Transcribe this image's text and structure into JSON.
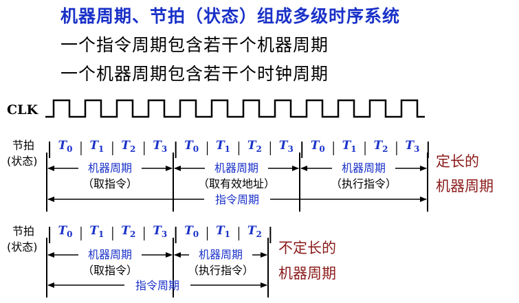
{
  "title": "机器周期、节拍（状态）组成多级时序系统",
  "statements": [
    "一个指令周期包含若干个机器周期",
    "一个机器周期包含若干个时钟周期"
  ],
  "clk_label": "CLK",
  "side_label": {
    "line1": "节拍",
    "line2": "(状态)"
  },
  "fixed": {
    "note_line1": "定长的",
    "note_line2": "机器周期",
    "tstates": [
      "T0",
      "T1",
      "T2",
      "T3",
      "T0",
      "T1",
      "T2",
      "T3",
      "T0",
      "T1",
      "T2",
      "T3"
    ],
    "machine_cycles": [
      {
        "name": "机器周期",
        "desc": "（取指令）"
      },
      {
        "name": "机器周期",
        "desc": "（取有效地址）"
      },
      {
        "name": "机器周期",
        "desc": "（执行指令）"
      }
    ],
    "instruction_cycle": "指令周期"
  },
  "variable": {
    "note_line1": "不定长的",
    "note_line2": "机器周期",
    "tstates": [
      "T0",
      "T1",
      "T2",
      "T3",
      "T0",
      "T1",
      "T2"
    ],
    "machine_cycles": [
      {
        "name": "机器周期",
        "desc": "（取指令）"
      },
      {
        "name": "机器周期",
        "desc": "（执行指令）"
      }
    ],
    "instruction_cycle": "指令周期"
  },
  "colors": {
    "blue": "#1a31c8",
    "red": "#8b1a1a",
    "black": "#000000"
  }
}
